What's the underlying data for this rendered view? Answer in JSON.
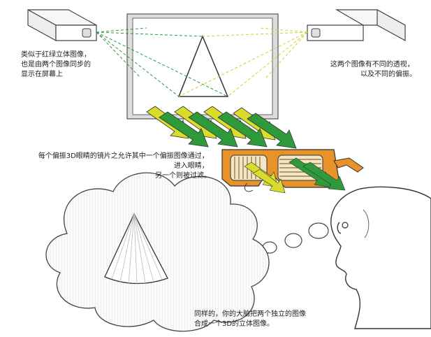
{
  "annotations": {
    "anaglyph_compare": [
      "类似于红绿立体图像，",
      "也是由两个图像同步的",
      "显示在屏幕上"
    ],
    "different_views": [
      "这两个图像有不同的透视，",
      "以及不同的偏振。"
    ],
    "filter_lens": [
      "每个偏振3D眼睛的镜片之允许其中一个偏振图像通过，",
      "进入眼睛，",
      "另一个则被过滤。"
    ],
    "brain_merge": [
      "同样的，你的大脑把两个独立的图像",
      "合成一个3D的立体图像。"
    ]
  },
  "colors": {
    "beam_yellow": "#d9dc2a",
    "beam_green": "#2e9a3c",
    "glasses_orange": "#e8922a",
    "screen_frame": "#dddddd",
    "outline": "#444444"
  }
}
